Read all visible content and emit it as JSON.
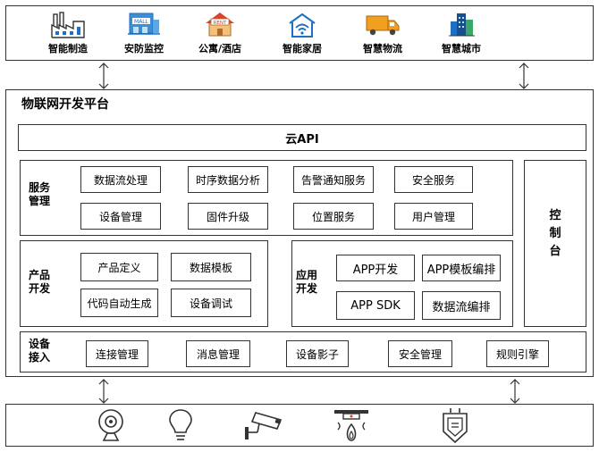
{
  "top_icons": [
    {
      "label": "智能制造",
      "icon": "factory-icon"
    },
    {
      "label": "安防监控",
      "icon": "monitor-mall-icon"
    },
    {
      "label": "公寓/酒店",
      "icon": "rent-house-icon"
    },
    {
      "label": "智能家居",
      "icon": "smart-home-icon"
    },
    {
      "label": "智慧物流",
      "icon": "truck-icon"
    },
    {
      "label": "智慧城市",
      "icon": "city-buildings-icon"
    }
  ],
  "platform_title": "物联网开发平台",
  "cloud_api": "云API",
  "service_mgmt": {
    "title_line1": "服务",
    "title_line2": "管理",
    "row1": [
      "数据流处理",
      "时序数据分析",
      "告警通知服务",
      "安全服务"
    ],
    "row2": [
      "设备管理",
      "固件升级",
      "位置服务",
      "用户管理"
    ]
  },
  "console": {
    "chars": [
      "控",
      "制",
      "台"
    ]
  },
  "product_dev": {
    "title_line1": "产品",
    "title_line2": "开发",
    "items": [
      "产品定义",
      "数据模板",
      "代码自动生成",
      "设备调试"
    ]
  },
  "app_dev": {
    "title_line1": "应用",
    "title_line2": "开发",
    "items": [
      "APP开发",
      "APP模板编排",
      "APP SDK",
      "数据流编排"
    ]
  },
  "device_access": {
    "title_line1": "设备",
    "title_line2": "接入",
    "items": [
      "连接管理",
      "消息管理",
      "设备影子",
      "安全管理",
      "规则引擎"
    ]
  },
  "bottom_icons": [
    "camera-icon",
    "light-bulb-icon",
    "cctv-camera-icon",
    "smoke-detector-icon",
    "sensor-badge-icon"
  ],
  "colors": {
    "line": "#333333",
    "icon_blue": "#1f6fc5",
    "icon_orange": "#f0a020",
    "icon_red": "#d9432f",
    "icon_green": "#3aa66a"
  }
}
